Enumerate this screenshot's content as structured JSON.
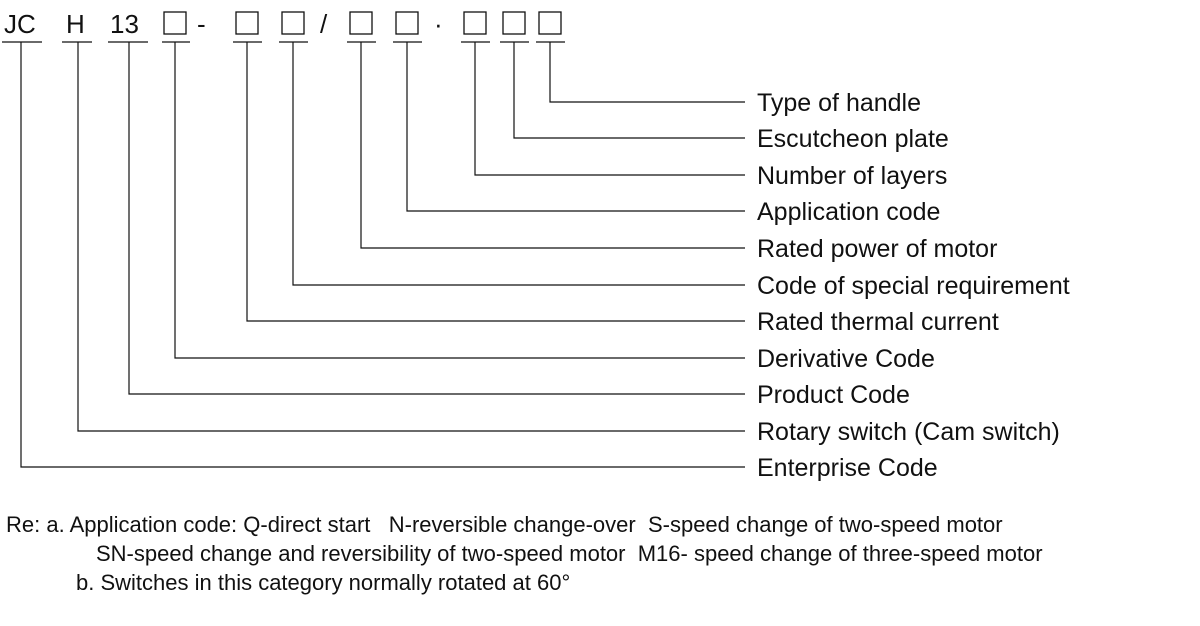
{
  "code_tokens": {
    "t1": "JC",
    "t2": "H",
    "t3": "13",
    "sep_dash": "-",
    "sep_slash": "/",
    "sep_dot": "·"
  },
  "labels": [
    "Type of handle",
    "Escutcheon plate",
    "Number of layers",
    "Application code",
    "Rated power of motor",
    "Code of special requirement",
    "Rated thermal current",
    "Derivative Code",
    "Product Code",
    "Rotary switch (Cam switch)",
    "Enterprise Code"
  ],
  "notes": {
    "line_a": "Re: a. Application code: Q-direct start   N-reversible change-over  S-speed change of two-speed motor",
    "line_a2": "SN-speed change and reversibility of two-speed motor  M16- speed change of three-speed motor",
    "line_b": "b. Switches in this category normally rotated at 60°"
  }
}
